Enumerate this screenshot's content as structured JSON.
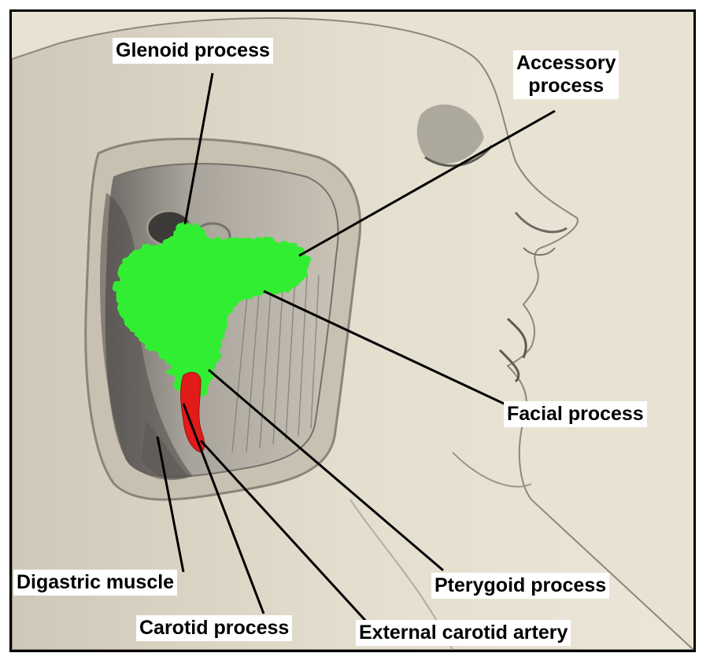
{
  "labels": {
    "glenoid": "Glenoid process",
    "accessory_line1": "Accessory",
    "accessory_line2": "process",
    "facial": "Facial process",
    "digastric": "Digastric muscle",
    "pterygoid": "Pterygoid process",
    "carotid": "Carotid process",
    "external_carotid": "External carotid artery"
  },
  "colors": {
    "parotid_gland": "#33ee33",
    "carotid_artery": "#e21a1a",
    "background": "#e9e3d4",
    "frame": "#000000"
  }
}
